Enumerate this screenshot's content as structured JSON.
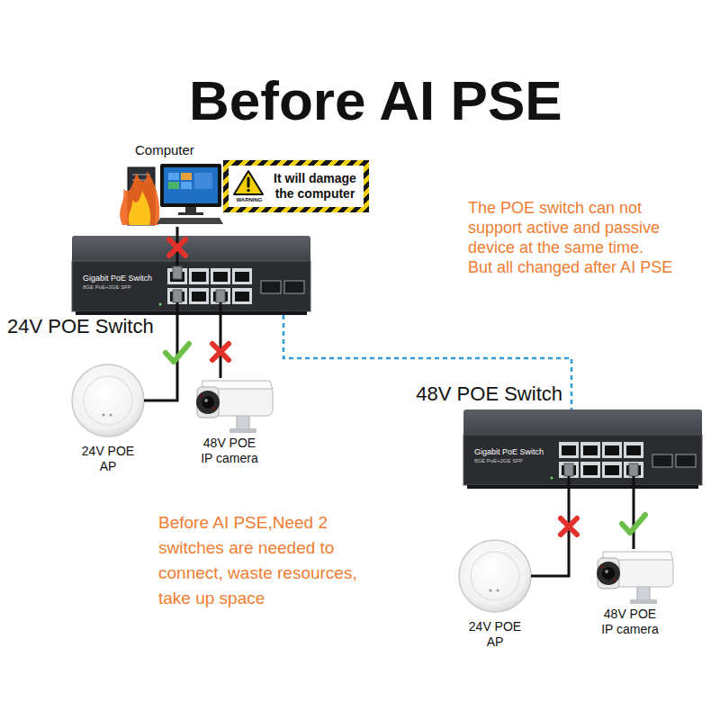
{
  "diagram": {
    "title": "Before AI PSE",
    "nodes": [
      {
        "text": [
          "Computer"
        ]
      },
      {
        "text": [
          "WARNING",
          "It will damage the computer"
        ]
      },
      {
        "text": [
          "24V POE Switch",
          "Gigabit PoE Switch",
          "8GE PoE+2GE SFP"
        ]
      },
      {
        "text": [
          "24V POE AP"
        ]
      },
      {
        "text": [
          "48V POE IP camera"
        ]
      },
      {
        "text": [
          "48V POE Switch",
          "Gigabit PoE Switch",
          "8GE PoE+2GE SFP"
        ]
      },
      {
        "text": [
          "24V POE AP"
        ]
      },
      {
        "text": [
          "48V POE IP camera"
        ]
      }
    ],
    "edges": [
      {
        "from": 0,
        "to": 2,
        "arrow": "none"
      },
      {
        "from": 2,
        "to": 3,
        "arrow": "none"
      },
      {
        "from": 2,
        "to": 4,
        "arrow": "none"
      },
      {
        "from": 2,
        "to": 5,
        "arrow": "none"
      },
      {
        "from": 5,
        "to": 6,
        "arrow": "none"
      },
      {
        "from": 5,
        "to": 7,
        "arrow": "none"
      }
    ],
    "labels": [
      "The POE switch can not support active and passive device at the same time.",
      "But all changed after AI PSE",
      "Before AI PSE,Need 2 switches are needed to connect, waste resources, take up space"
    ]
  }
}
